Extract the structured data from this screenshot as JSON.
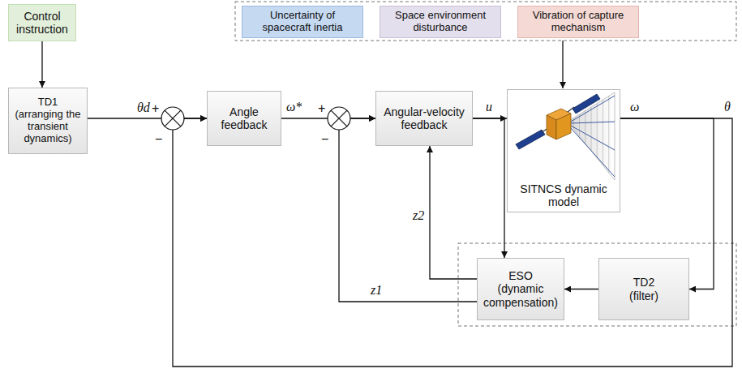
{
  "diagram": {
    "nodes": [
      {
        "text": [
          "Control instruction"
        ]
      },
      {
        "text": [
          "Uncertainty of spacecraft inertia"
        ]
      },
      {
        "text": [
          "Space environment disturbance"
        ]
      },
      {
        "text": [
          "Vibration of capture mechanism"
        ]
      },
      {
        "text": [
          "TD1",
          "(arranging the transient dynamics)"
        ]
      },
      {
        "text": [
          "Angle feedback"
        ]
      },
      {
        "text": [
          "Angular-velocity feedback"
        ]
      },
      {
        "text": [
          "SITNCS dynamic model"
        ]
      },
      {
        "text": [
          "ESO",
          "(dynamic compensation)"
        ]
      },
      {
        "text": [
          "TD2",
          "(filter)"
        ]
      }
    ],
    "edges": [
      {
        "from": 0,
        "to": 4,
        "arrow": "to"
      },
      {
        "from": 4,
        "to": 5,
        "label": "θd",
        "arrow": "to"
      },
      {
        "from": 5,
        "to": 6,
        "label": "ω*",
        "arrow": "to"
      },
      {
        "from": 6,
        "to": 7,
        "label": "u",
        "arrow": "to"
      },
      {
        "from": 6,
        "to": 8,
        "arrow": "to"
      },
      {
        "from": 7,
        "to": 9,
        "arrow": "to"
      },
      {
        "from": 9,
        "to": 8,
        "arrow": "to"
      },
      {
        "from": 8,
        "to": 6,
        "label": "z2",
        "arrow": "to"
      },
      {
        "from": 8,
        "to": 6,
        "label": "z1",
        "arrow": "to"
      },
      {
        "from": 7,
        "to": 5,
        "arrow": "to"
      }
    ],
    "labels": [
      "+",
      "−",
      "+",
      "−",
      "ω",
      "θ"
    ]
  }
}
